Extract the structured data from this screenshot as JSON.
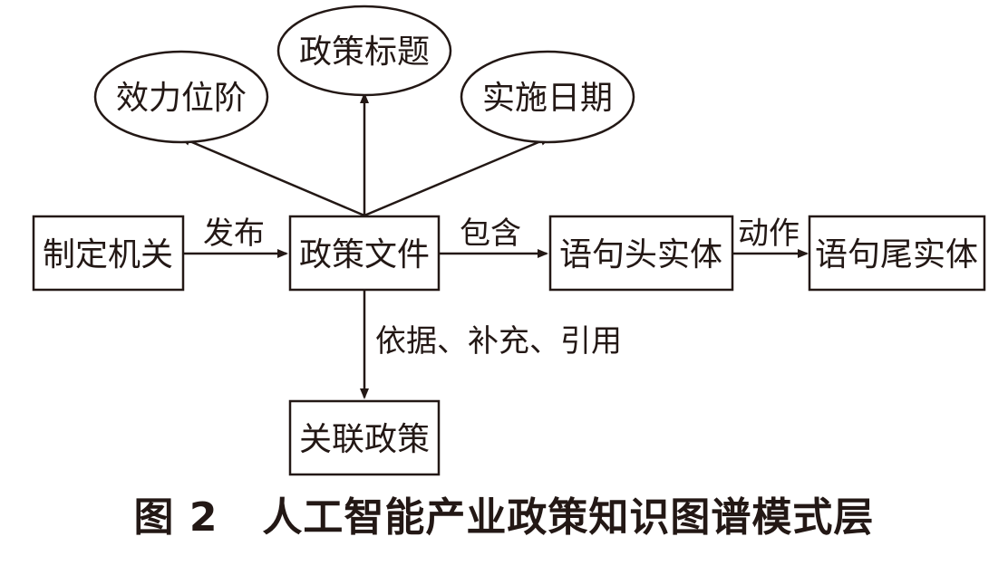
{
  "diagram": {
    "nodes": {
      "effect_level": "效力位阶",
      "policy_title": "政策标题",
      "impl_date": "实施日期",
      "authority": "制定机关",
      "policy_doc": "政策文件",
      "head_entity": "语句头实体",
      "tail_entity": "语句尾实体",
      "related_policy": "关联政策"
    },
    "edges": {
      "publish": "发布",
      "contain": "包含",
      "action": "动作",
      "reference": "依据、补充、引用"
    }
  },
  "caption": "图 2   人工智能产业政策知识图谱模式层",
  "colors": {
    "stroke": "#231815",
    "background": "#ffffff"
  }
}
